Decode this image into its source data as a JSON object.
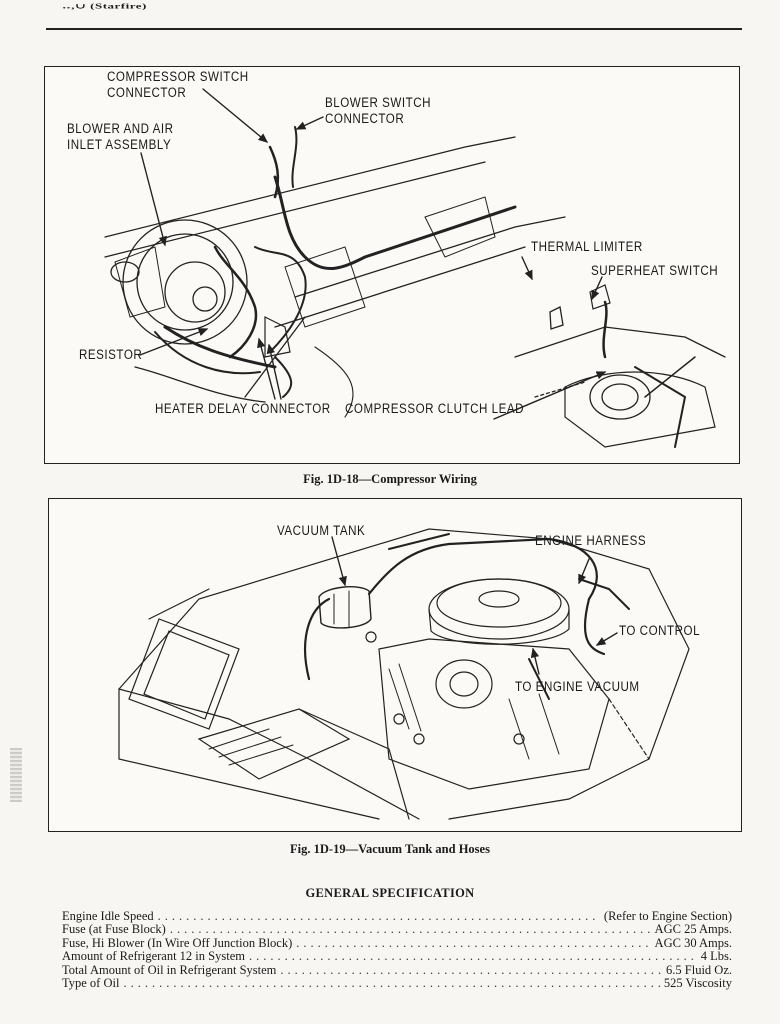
{
  "header": {
    "text": "‥,∪ (Starfire)"
  },
  "figure1": {
    "caption": "Fig. 1D-18—Compressor Wiring",
    "labels": {
      "compressor_switch_connector": "COMPRESSOR SWITCH\nCONNECTOR",
      "blower_switch_connector": "BLOWER SWITCH\nCONNECTOR",
      "blower_air_inlet": "BLOWER AND AIR\nINLET ASSEMBLY",
      "thermal_limiter": "THERMAL LIMITER",
      "superheat_switch": "SUPERHEAT SWITCH",
      "resistor": "RESISTOR",
      "heater_delay_connector": "HEATER DELAY CONNECTOR",
      "compressor_clutch_lead": "COMPRESSOR CLUTCH LEAD"
    }
  },
  "figure2": {
    "caption": "Fig. 1D-19—Vacuum Tank and Hoses",
    "labels": {
      "vacuum_tank": "VACUUM TANK",
      "engine_harness": "ENGINE HARNESS",
      "to_control": "TO CONTROL",
      "to_engine_vacuum": "TO ENGINE VACUUM"
    }
  },
  "spec": {
    "title": "GENERAL SPECIFICATION",
    "rows": [
      {
        "name": "Engine Idle Speed",
        "value": "(Refer to Engine Section)"
      },
      {
        "name": "Fuse (at Fuse Block)",
        "value": "AGC 25 Amps."
      },
      {
        "name": "Fuse, Hi Blower (In Wire Off Junction Block)",
        "value": "AGC 30 Amps."
      },
      {
        "name": "Amount of Refrigerant 12 in System",
        "value": "4 Lbs."
      },
      {
        "name": "Total Amount of Oil in Refrigerant System",
        "value": "6.5 Fluid Oz."
      },
      {
        "name": "Type of Oil",
        "value": "525 Viscosity"
      }
    ]
  }
}
